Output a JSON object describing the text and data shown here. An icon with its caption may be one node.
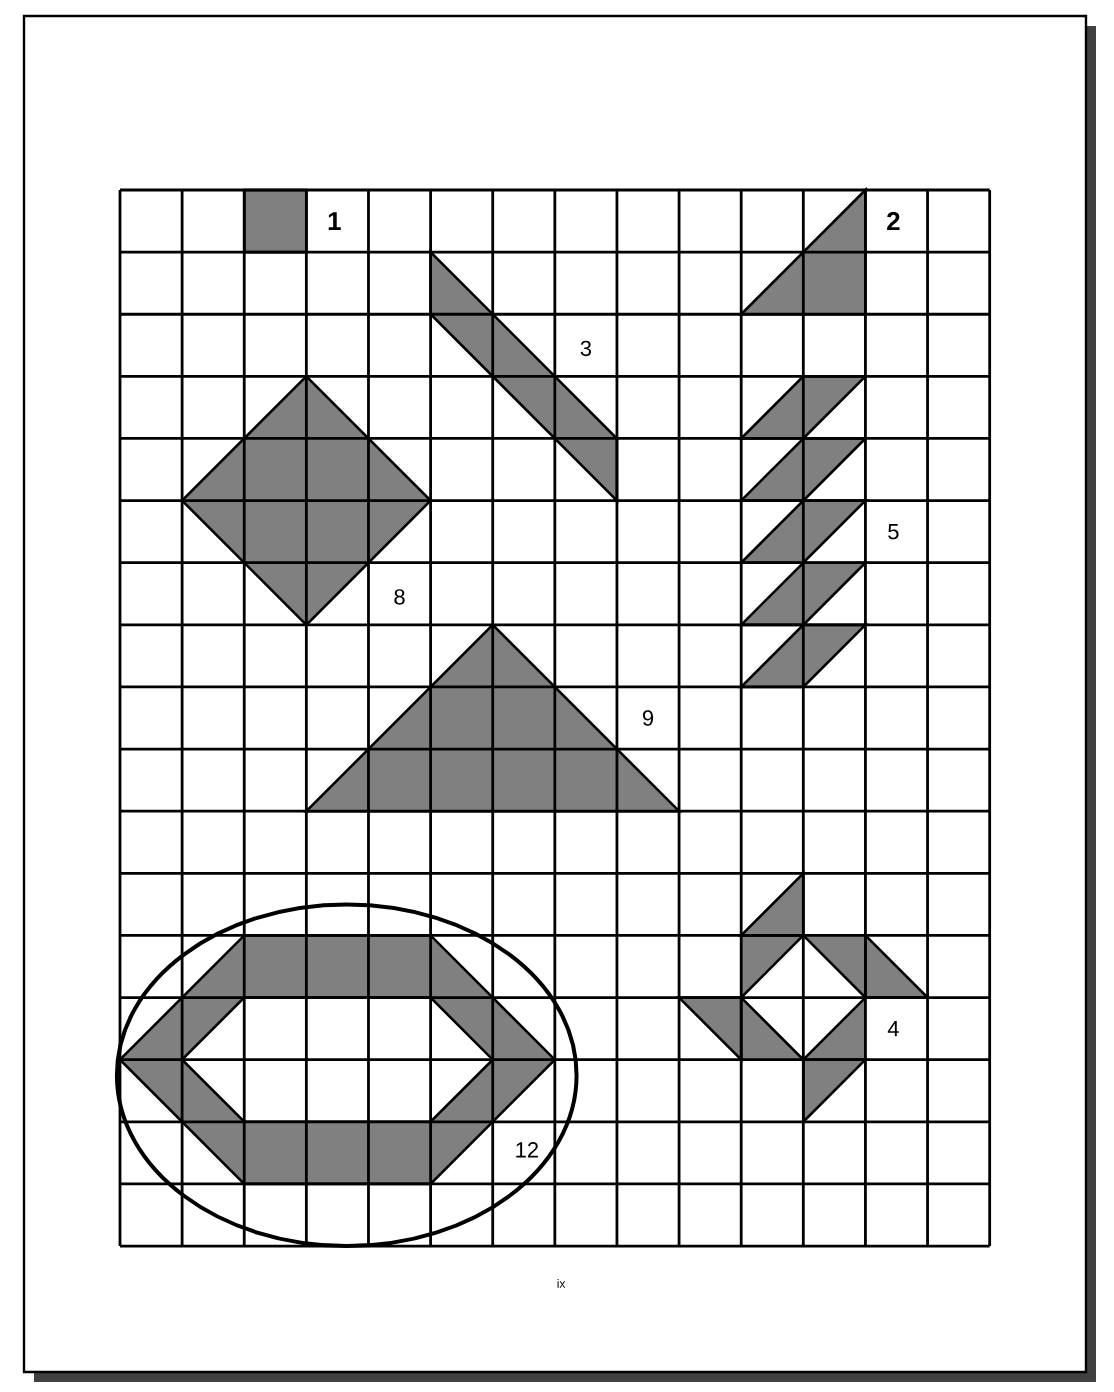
{
  "diagram": {
    "labels": [
      "1",
      "2",
      "3",
      "5",
      "8",
      "9",
      "4",
      "12",
      "ix"
    ]
  }
}
